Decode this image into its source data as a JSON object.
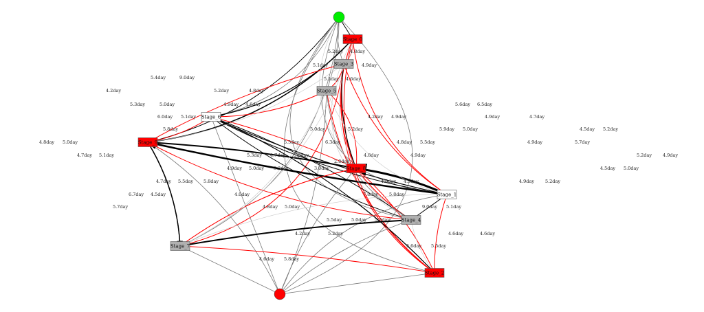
{
  "nodes": [
    {
      "id": "start",
      "label": "",
      "shape": "circle",
      "fill": "#00ee00"
    },
    {
      "id": "Stage_0",
      "label": "Stage_0",
      "fill": "#ff0000"
    },
    {
      "id": "Stage_3",
      "label": "Stage_3",
      "fill": "#b0b0b0"
    },
    {
      "id": "Stage_5",
      "label": "Stage_5",
      "fill": "#b0b0b0"
    },
    {
      "id": "Stage_6",
      "label": "Stage_6",
      "fill": "#ffffff"
    },
    {
      "id": "Stage_9",
      "label": "Stage_9",
      "fill": "#ff0000"
    },
    {
      "id": "Stage_8",
      "label": "Stage_8",
      "fill": "#ff0000"
    },
    {
      "id": "Stage_1",
      "label": "Stage_1",
      "fill": "#ffffff"
    },
    {
      "id": "Stage_4",
      "label": "Stage_4",
      "fill": "#b0b0b0"
    },
    {
      "id": "Stage_7",
      "label": "Stage_7",
      "fill": "#b0b0b0"
    },
    {
      "id": "Stage_2",
      "label": "Stage_2",
      "fill": "#ff0000"
    },
    {
      "id": "end",
      "label": "",
      "shape": "circle",
      "fill": "#ff0000"
    }
  ],
  "edge_labels": [
    "5.2day",
    "4.8day",
    "4.9day",
    "5.1day",
    "5.1day",
    "4.6day",
    "5.4day",
    "9.0day",
    "4.2day",
    "5.2day",
    "4.8day",
    "5.3day",
    "5.0day",
    "4.9day",
    "4.6day",
    "6.0day",
    "5.1day",
    "5.8day",
    "5.6day",
    "6.5day",
    "4.7day",
    "4.9day",
    "5.9day",
    "5.0day",
    "4.2day",
    "4.9day",
    "5.0day",
    "5.2day",
    "6.3day",
    "5.5day",
    "4.5day",
    "5.2day",
    "5.7day",
    "4.8day",
    "5.5day",
    "4.9day",
    "4.9day",
    "5.0day",
    "4.7day",
    "5.1day",
    "4.8day",
    "5.3day",
    "5.3day",
    "4.7day",
    "5.0day",
    "3.2day",
    "3.0day",
    "2.8day",
    "4.8day",
    "4.9day",
    "4.7day",
    "5.5day",
    "5.8day",
    "4.9day",
    "5.2day",
    "4.5day",
    "5.0day",
    "5.2day",
    "4.9day",
    "4.0day",
    "4.3day",
    "6.7day",
    "4.5day",
    "4.0day",
    "7.8day",
    "5.8day",
    "9.0day",
    "5.1day",
    "4.8day",
    "5.0day",
    "5.7day",
    "5.5day",
    "5.0day",
    "5.2day",
    "4.2day",
    "5.2day",
    "4.6day",
    "4.6day",
    "5.6day",
    "5.5day",
    "4.6day",
    "5.8day"
  ],
  "colors": {
    "red_edge": "#ff0000",
    "black_edge": "#000000",
    "gray_edge": "#c8c8c8",
    "dark_gray_edge": "#777777"
  }
}
